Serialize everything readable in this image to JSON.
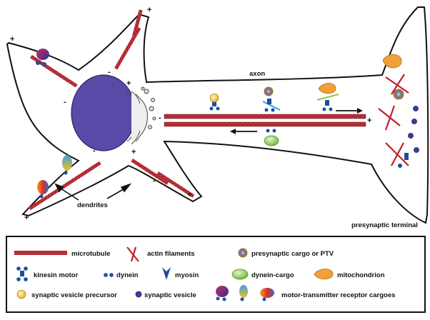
{
  "diagram": {
    "labels": {
      "axon": "axon",
      "dendrites": "dendrites",
      "presynaptic_terminal": "presynaptic terminal"
    },
    "signs": {
      "plus": "+",
      "minus": "-"
    }
  },
  "legend": {
    "items": {
      "microtubule": "microtubule",
      "actin": "actin filaments",
      "ptv": "presynaptic cargo or PTV",
      "kinesin": "kinesin motor",
      "dynein": "dynein",
      "myosin": "myosin",
      "dynein_cargo": "dynein-cargo",
      "mitochondrion": "mitochondrion",
      "svp": "synaptic vesicle precursor",
      "sv": "synaptic vesicle",
      "receptor_cargoes": "motor-transmitter receptor cargoes"
    }
  },
  "colors": {
    "microtubule": "#c0323a",
    "nucleus": "#5a4aa8",
    "kinesin": "#1e4f9c",
    "myosin": "#1e4f9c",
    "vesicle": "#3c3c9c",
    "mitochondrion": "#f0a038",
    "dynein_cargo": "#8ccc46",
    "actin": "#c0202a"
  }
}
